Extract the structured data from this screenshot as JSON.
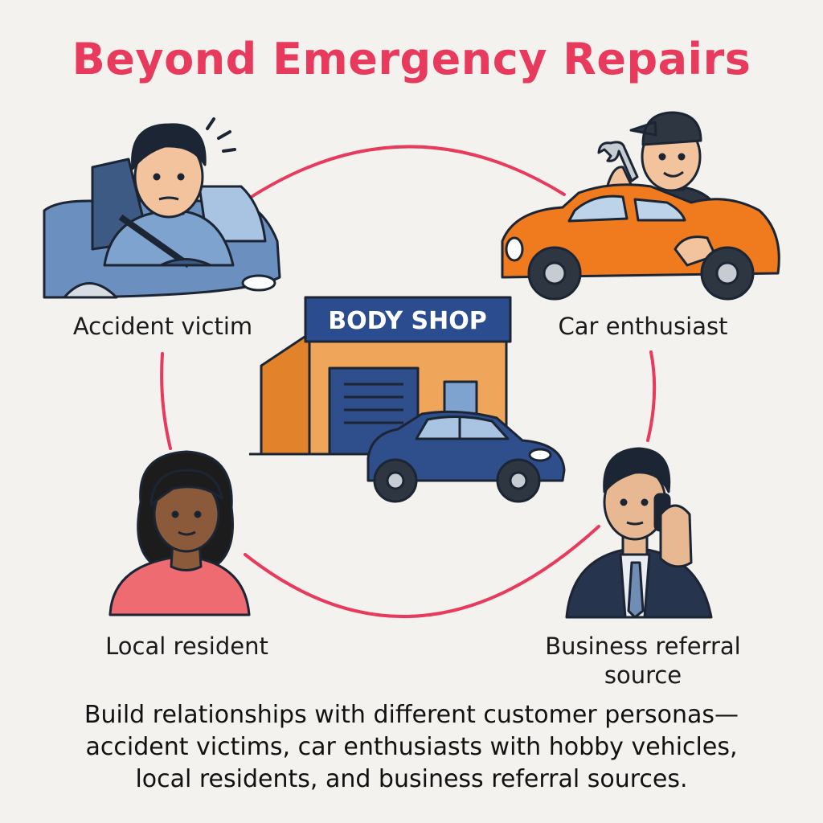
{
  "title": "Beyond Emergency Repairs",
  "colors": {
    "title": "#e83a5c",
    "ring": "#e83a5c",
    "sign": "#2b4d8f",
    "shop_wall": "#f0a65a",
    "shop_side": "#e2822a",
    "shop_car": "#2f4f8c",
    "enthusiast_car": "#f07a1e",
    "victim_car": "#6b8fbf"
  },
  "center": {
    "sign_text": "BODY SHOP"
  },
  "personas": {
    "accident_victim": "Accident victim",
    "car_enthusiast": "Car enthusiast",
    "local_resident": "Local resident",
    "business_referral_line1": "Business referral",
    "business_referral_line2": "source"
  },
  "caption": {
    "line1": "Build relationships with different customer personas—",
    "line2": "accident victims, car enthusiasts with hobby vehicles,",
    "line3": "local residents, and business referral sources."
  }
}
